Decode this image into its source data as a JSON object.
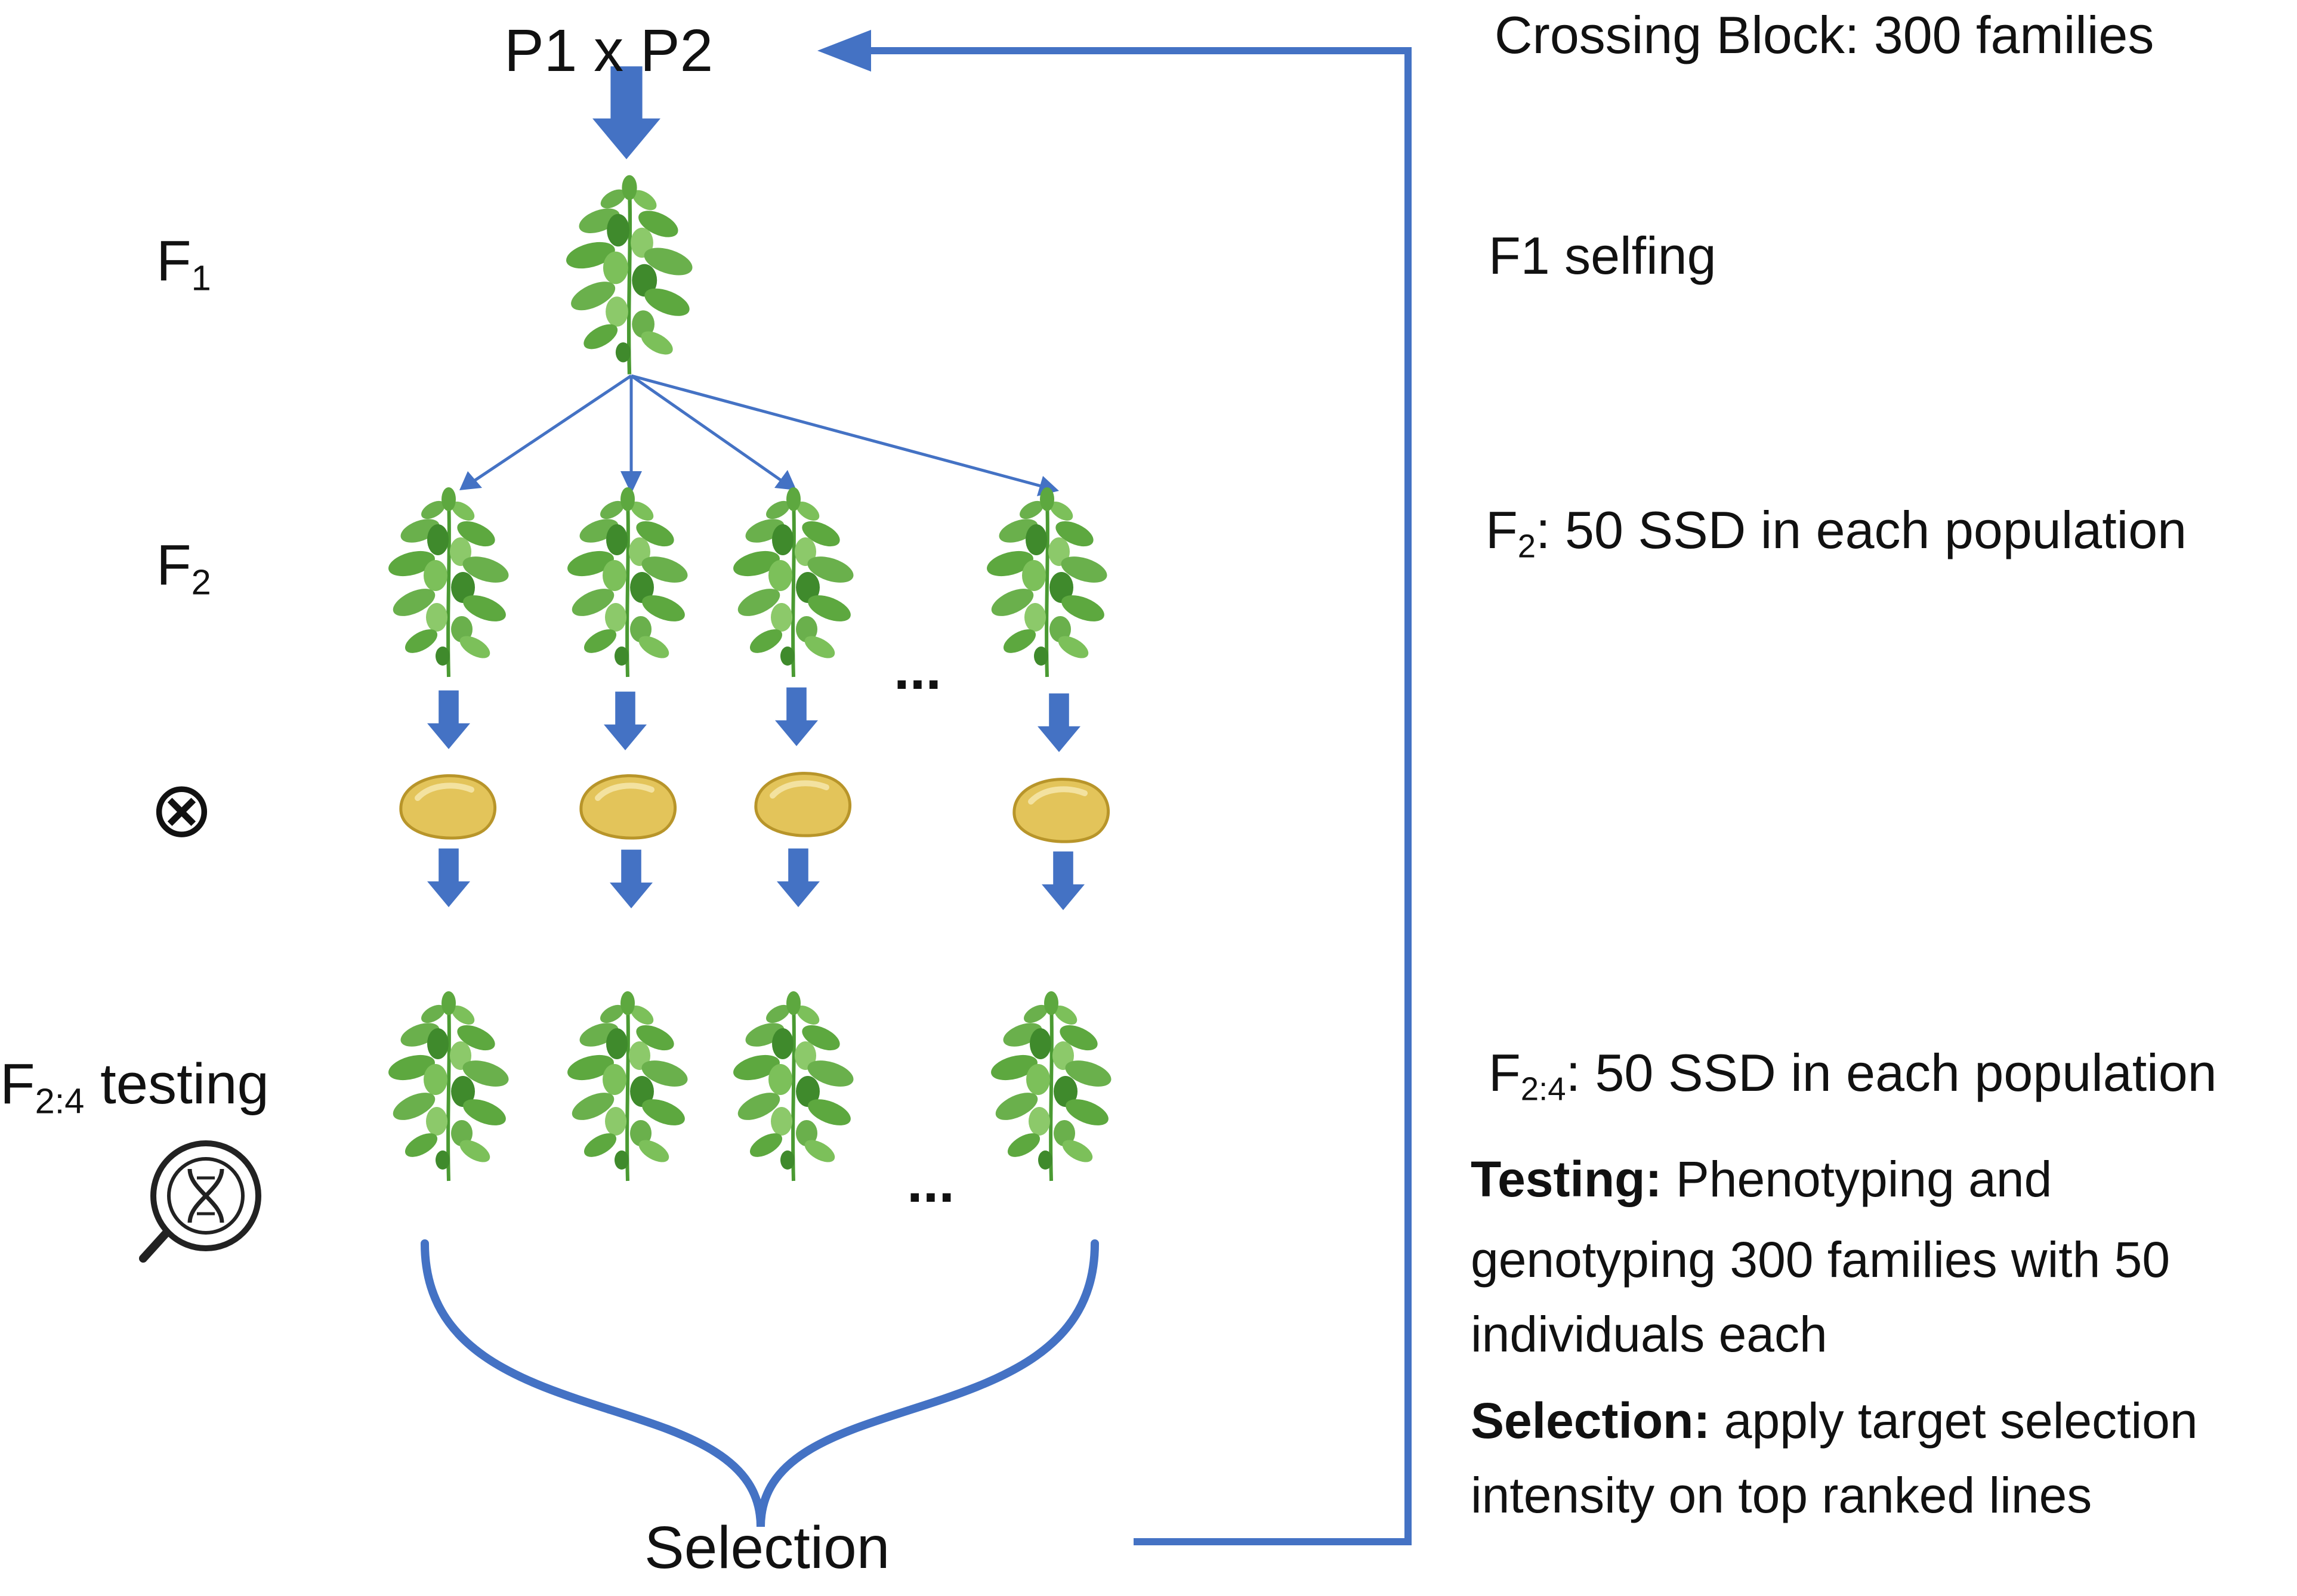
{
  "cross": {
    "label": "P1 x P2"
  },
  "generations": {
    "f1": {
      "base": "F",
      "sub": "1"
    },
    "f2": {
      "base": "F",
      "sub": "2"
    },
    "selfing_symbol": "⊗",
    "f24": {
      "base": "F",
      "sub": "2:4",
      "suffix": " testing"
    }
  },
  "ellipsis": "...",
  "selection_label": "Selection",
  "notes": {
    "crossing_block": "Crossing Block: 300 families",
    "f1_selfing": "F1 selfing",
    "f2": {
      "base": "F",
      "sub": "2",
      "text": ": 50 SSD in each population"
    },
    "f24": {
      "base": "F",
      "sub": "2:4",
      "text": ": 50 SSD in each population"
    },
    "testing": {
      "title": "Testing:",
      "line1": " Phenotyping and",
      "line2": "genotyping 300 families with 50",
      "line3": "individuals each"
    },
    "selection": {
      "title": "Selection:",
      "line1": " apply target selection",
      "line2": "intensity on top ranked lines"
    }
  },
  "icons": [
    "plant-icon",
    "seed-icon",
    "dna-magnifier-icon",
    "arrow-down-icon"
  ],
  "colors": {
    "arrow": "#4472c4",
    "leaf": "#6ab04c",
    "leaf_dark": "#3f8a2c",
    "seed": "#e3c45a",
    "seed_edge": "#b8952a"
  }
}
